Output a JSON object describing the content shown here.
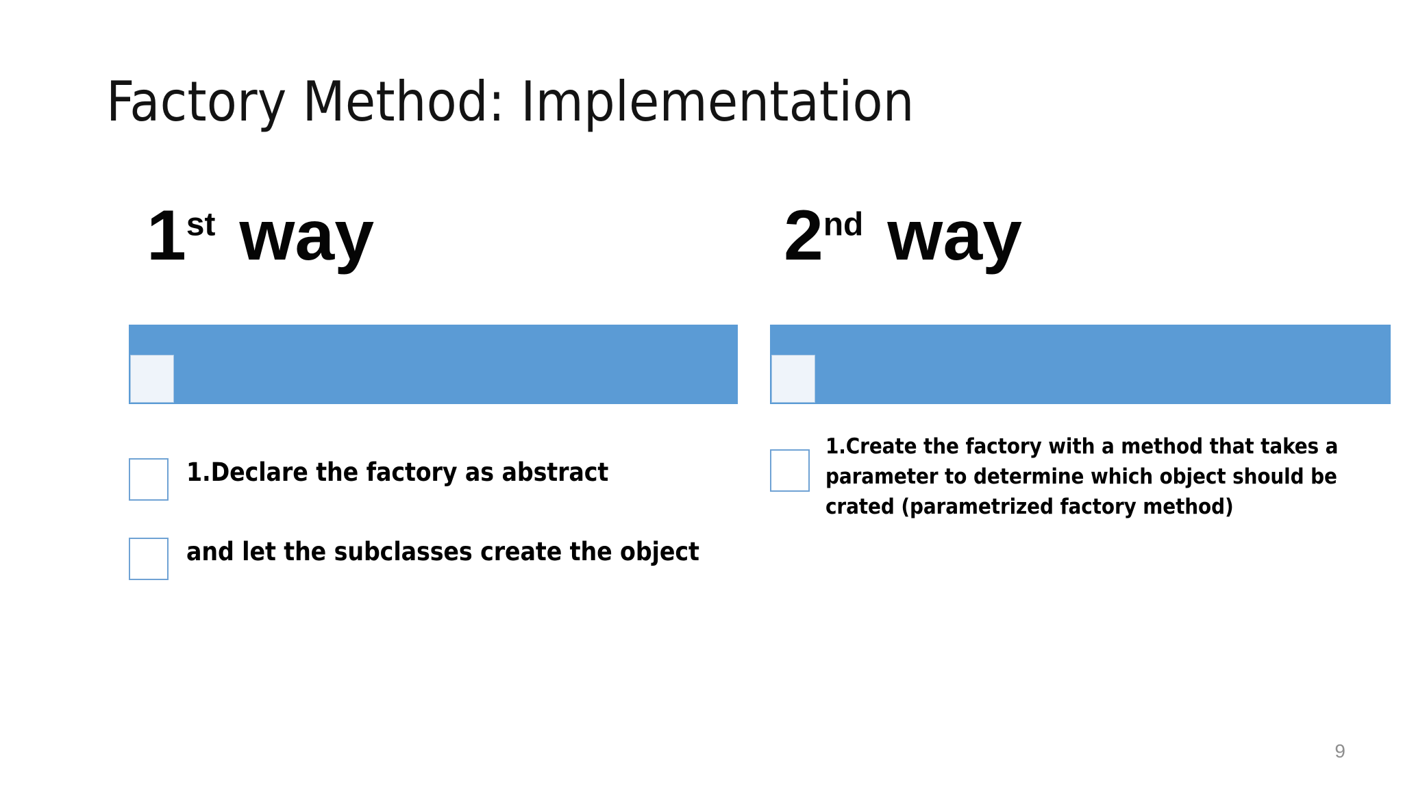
{
  "slide": {
    "title": "Factory Method: Implementation",
    "page_number": "9",
    "background_color": "#ffffff",
    "accent_color": "#5b9bd5",
    "chip_color": "#eff4fa",
    "outline_color": "#6fa2d4"
  },
  "columns": {
    "left": {
      "heading": {
        "number": "1",
        "ordinal": "st",
        "word": "way"
      },
      "bullets": [
        {
          "text": "1.Declare the factory as abstract"
        },
        {
          "text": "and let the subclasses create the object"
        }
      ]
    },
    "right": {
      "heading": {
        "number": "2",
        "ordinal": "nd",
        "word": "way"
      },
      "bullets": [
        {
          "text": "1.Create the factory with a method that takes a parameter to determine which object should be crated (parametrized factory method)"
        }
      ]
    }
  }
}
